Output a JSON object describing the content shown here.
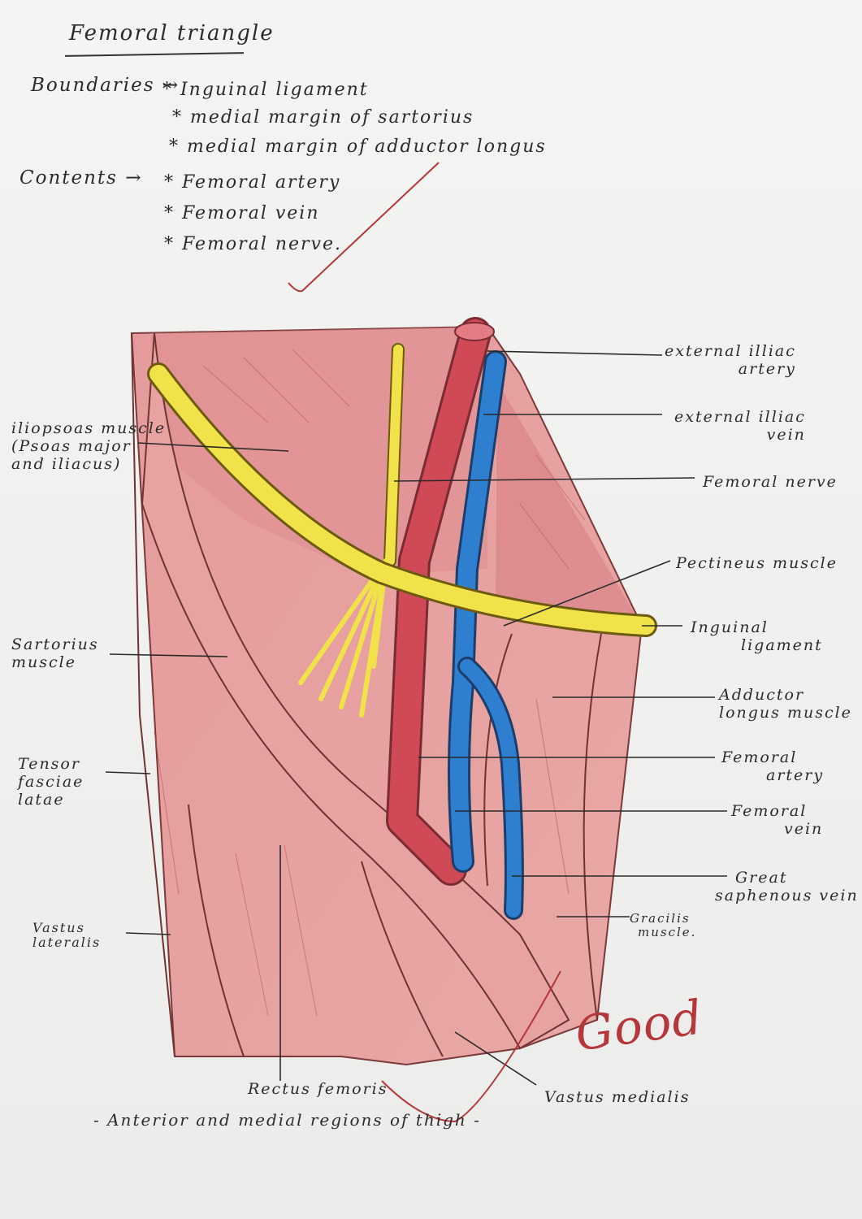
{
  "title": "Femoral triangle",
  "boundaries": {
    "heading": "Boundaries →",
    "items": [
      "* Inguinal ligament",
      "* medial margin of sartorius",
      "* medial margin of adductor longus"
    ]
  },
  "contents": {
    "heading": "Contents →",
    "items": [
      "* Femoral artery",
      "* Femoral vein",
      "* Femoral nerve."
    ]
  },
  "labels": {
    "iliopsoas": [
      "iliopsoas muscle",
      "(Psoas major",
      "and iliacus)"
    ],
    "sartorius": [
      "Sartorius",
      "muscle"
    ],
    "tensor": [
      "Tensor",
      "fasciae",
      "latae"
    ],
    "vastus_lateralis": [
      "Vastus",
      "lateralis"
    ],
    "rectus_femoris": "Rectus femoris",
    "vastus_medialis": "Vastus medialis",
    "ext_iliac_artery": [
      "external illiac",
      "artery"
    ],
    "ext_iliac_vein": [
      "external illiac",
      "vein"
    ],
    "femoral_nerve": "Femoral nerve",
    "pectineus": "Pectineus muscle",
    "inguinal_ligament": [
      "Inguinal",
      "ligament"
    ],
    "adductor_longus": [
      "Adductor",
      "longus muscle"
    ],
    "femoral_artery": [
      "Femoral",
      "artery"
    ],
    "femoral_vein": [
      "Femoral",
      "vein"
    ],
    "great_saphenous": [
      "Great",
      "saphenous vein"
    ],
    "gracilis": [
      "Gracilis",
      "muscle."
    ]
  },
  "footer": "- Anterior and medial regions of thigh -",
  "grade": "Good",
  "colors": {
    "muscle": "#e49a9a",
    "muscle_dark": "#c76e72",
    "artery": "#cf4a56",
    "vein": "#2f7fd0",
    "nerve": "#f2e24a",
    "ink": "#2a2a2a",
    "grade_ink": "#b5363b"
  }
}
